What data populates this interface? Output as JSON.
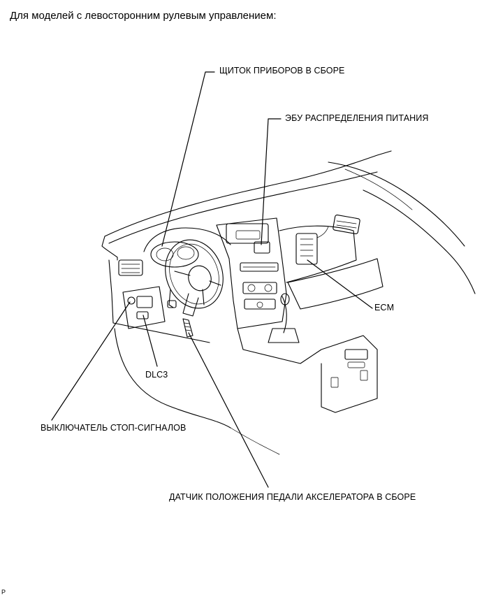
{
  "heading": "Для моделей с левосторонним рулевым управлением:",
  "labels": {
    "instrument_cluster": "ЩИТОК ПРИБОРОВ В СБОРЕ",
    "power_distribution_ecu": "ЭБУ РАСПРЕДЕЛЕНИЯ ПИТАНИЯ",
    "ecm": "ECM",
    "dlc3": "DLC3",
    "stop_light_switch": "ВЫКЛЮЧАТЕЛЬ СТОП-СИГНАЛОВ",
    "accelerator_pedal_sensor": "ДАТЧИК ПОЛОЖЕНИЯ ПЕДАЛИ АКСЕЛЕРАТОРА В СБОРЕ"
  },
  "corner_mark": "P"
}
